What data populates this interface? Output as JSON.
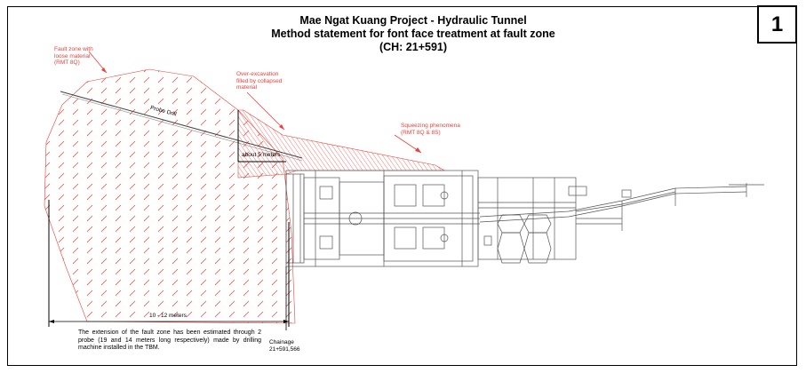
{
  "header": {
    "title_line1": "Mae Ngat Kuang Project - Hydraulic Tunnel",
    "title_line2": "Method statement for font face treatment at fault zone",
    "title_line3": "(CH: 21+591)",
    "page_number": "1"
  },
  "annotations": {
    "fault_zone_line1": "Fault zone with",
    "fault_zone_line2": "loose material",
    "fault_zone_line3": "(RMT 8Q)",
    "over_excavation_line1": "Over-excavation",
    "over_excavation_line2": "filled by collapsed",
    "over_excavation_line3": "material",
    "squeezing_line1": "Squeezing phenomena",
    "squeezing_line2": "(RMT 8Q & 8S)",
    "probe_drill": "Probe Drill",
    "about_5m": "about 5 meters",
    "range_10_12": "10 - 12 meters",
    "chainage_label": "Chainage",
    "chainage_value": "21+591,566",
    "extension_note": "The extension of the fault zone has been estimated through 2 probe (19 and 14 meters long respectively) made by drilling machine installed in the TBM."
  },
  "colors": {
    "fault_red": "#e8413a",
    "line_black": "#000000",
    "machine_gray": "#555555"
  }
}
